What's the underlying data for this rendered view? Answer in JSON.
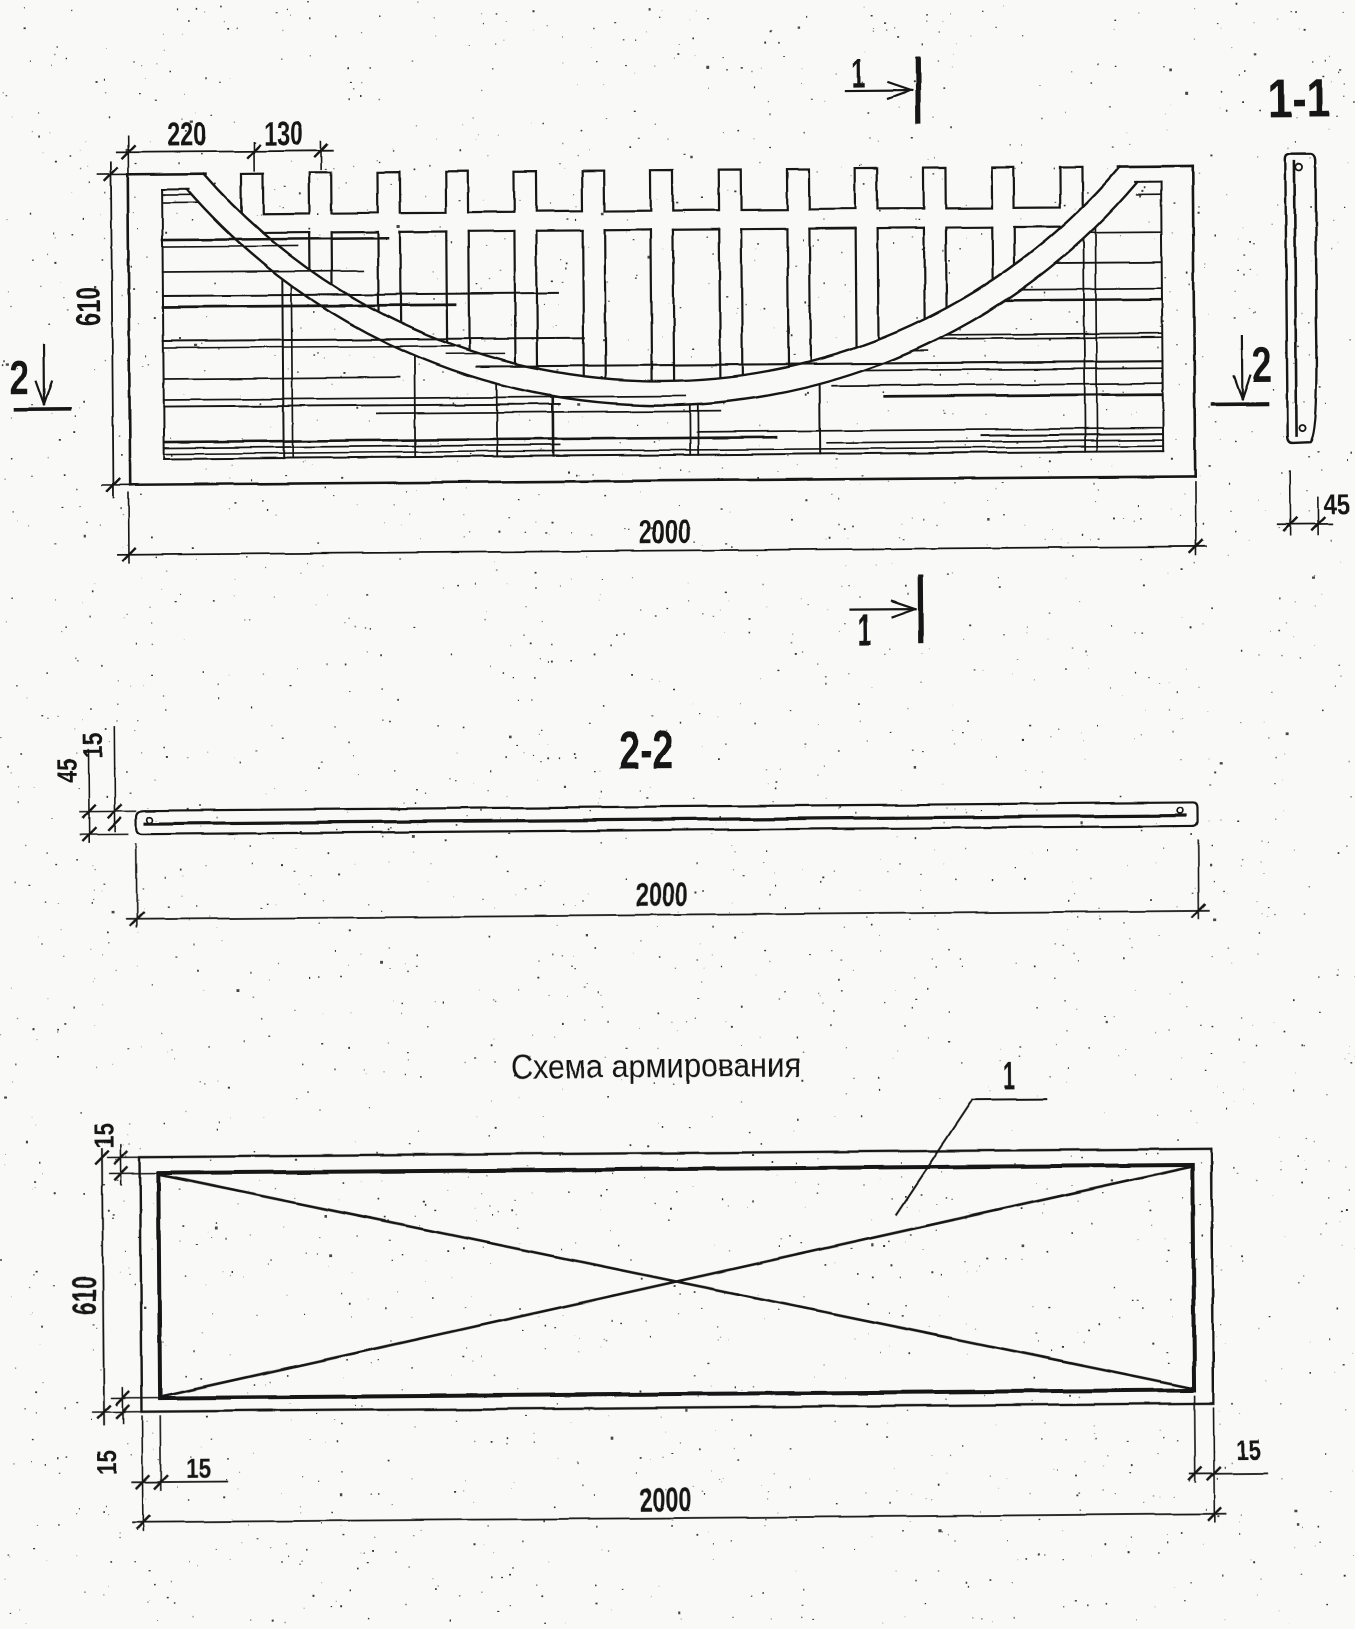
{
  "document": {
    "kind": "scanned engineering drawing",
    "language": "ru",
    "ink_color": "#161616",
    "paper_color": "#f9f9f7"
  },
  "elevation": {
    "dims": {
      "d220": "220",
      "d130": "130",
      "d610": "610",
      "d2000": "2000"
    },
    "markers": {
      "m1": "1",
      "m2": "2"
    }
  },
  "section11": {
    "title": "1-1",
    "dims": {
      "d45": "45"
    }
  },
  "section22": {
    "title": "2-2",
    "dims": {
      "d15": "15",
      "d45": "45",
      "d2000": "2000"
    }
  },
  "reinforcement": {
    "title": "Схема армирования",
    "callout": "1",
    "dims": {
      "d15top": "15",
      "d610": "610",
      "d15botl": "15",
      "d15left": "15",
      "d2000": "2000",
      "d15right": "15"
    }
  }
}
